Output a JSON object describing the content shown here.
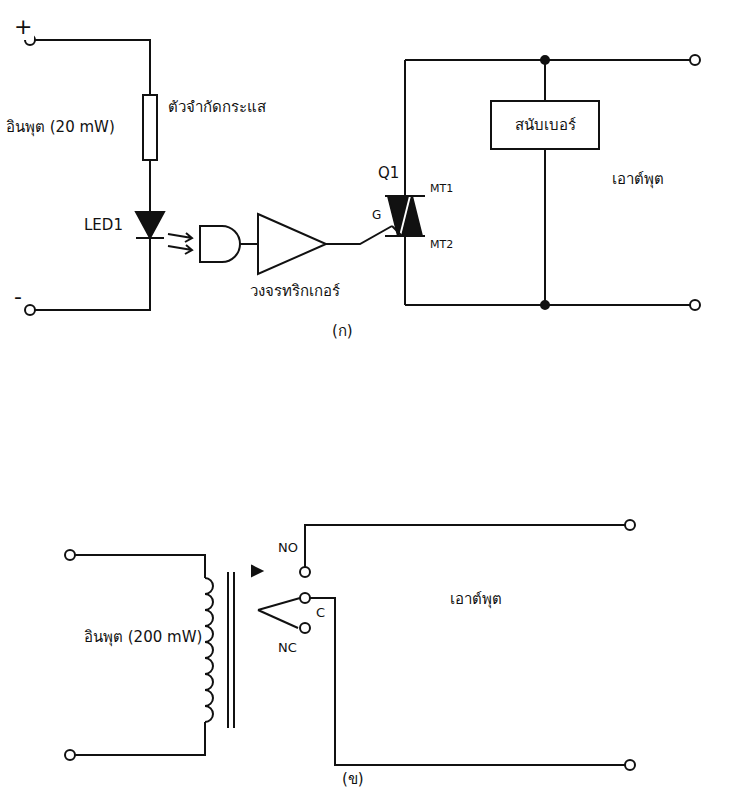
{
  "diagram": {
    "nodes": [
      {
        "text": [
          "สนับเบอร์"
        ]
      }
    ],
    "edges": [],
    "labels": [
      "+",
      "ตัวจำกัดกระแส",
      "อินพุต (20 mW)",
      "LED1",
      "-",
      "วงจรทริกเกอร์",
      "Q1",
      "MT1",
      "MT2",
      "G",
      "เอาต์พุต",
      "(ก)",
      "อินพุต (200 mW)",
      "NO",
      "C",
      "NC",
      "เอาต์พุต",
      "(ข)"
    ]
  }
}
